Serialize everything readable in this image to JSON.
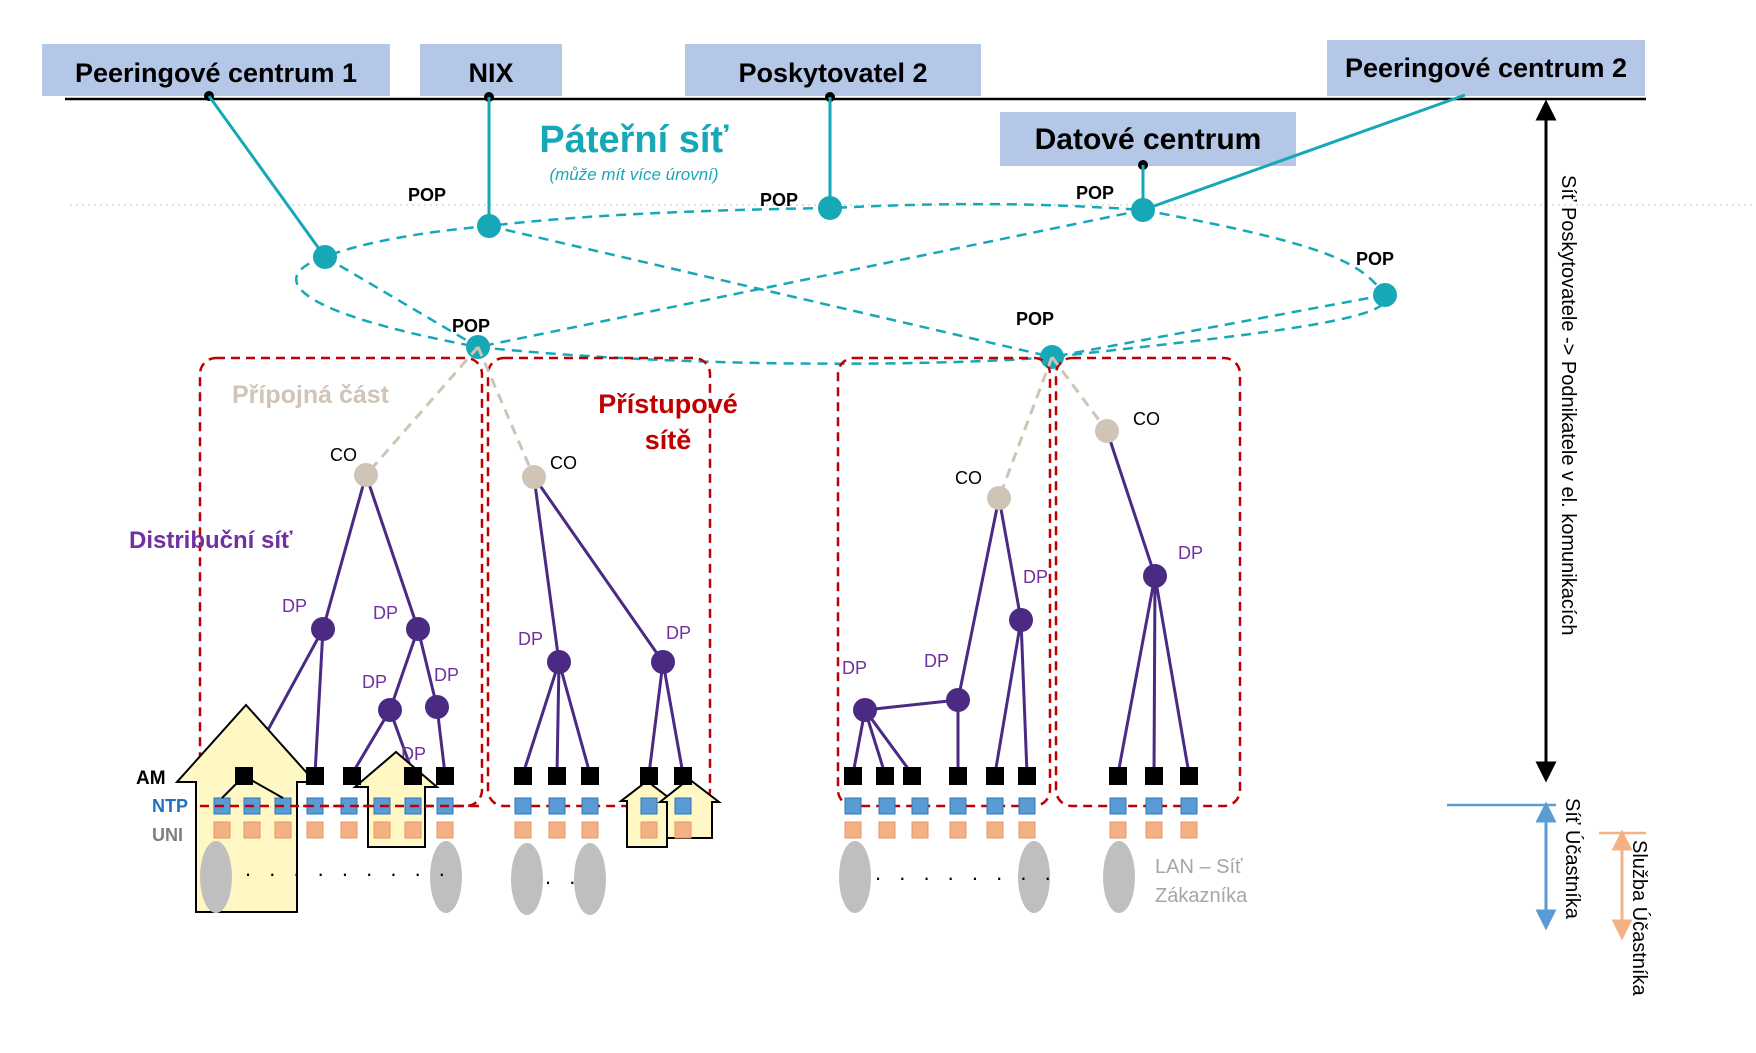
{
  "top_boxes": {
    "peering1": "Peeringové centrum 1",
    "nix": "NIX",
    "poskytovatel2": "Poskytovatel 2",
    "peering2": "Peeringové centrum 2",
    "datove_centrum": "Datové centrum"
  },
  "backbone": {
    "title": "Páteřní síť",
    "subtitle": "(může mít více úrovní)",
    "pop_label": "POP"
  },
  "labels": {
    "pripojna_cast": "Přípojná část",
    "pristupove_site_1": "Přístupové",
    "pristupove_site_2": "sítě",
    "distribucni_sit": "Distribuční síť",
    "co": "CO",
    "dp": "DP",
    "am": "AM",
    "ntp": "NTP",
    "uni": "UNI",
    "lan_1": "LAN – Síť",
    "lan_2": "Zákazníka",
    "dots_1": ". . . . . . . . .",
    "dots_2": ". .",
    "dots_3": ". . . . . . . ."
  },
  "side_labels": {
    "sit_poskytovatele": "Síť Poskytovatele -> Podnikatele v el. komunikacích",
    "sit_ucastnika": "Síť Účastníka",
    "sluzba_ucastnika": "Služba Účastníka"
  },
  "colors": {
    "box_fill": "#b4c7e7",
    "teal": "#17a8b8",
    "beige": "#cfc4b5",
    "purple": "#4a2a82",
    "red_dash": "#c00000",
    "ntp_blue": "#5b9bd5",
    "uni_orange": "#f4b183",
    "house_fill": "#fff8c4",
    "ellipse_gray": "#bfbfbf",
    "lan_gray": "#a6a6a6",
    "arrow_blue": "#5b9bd5",
    "arrow_orange": "#f4b183"
  }
}
